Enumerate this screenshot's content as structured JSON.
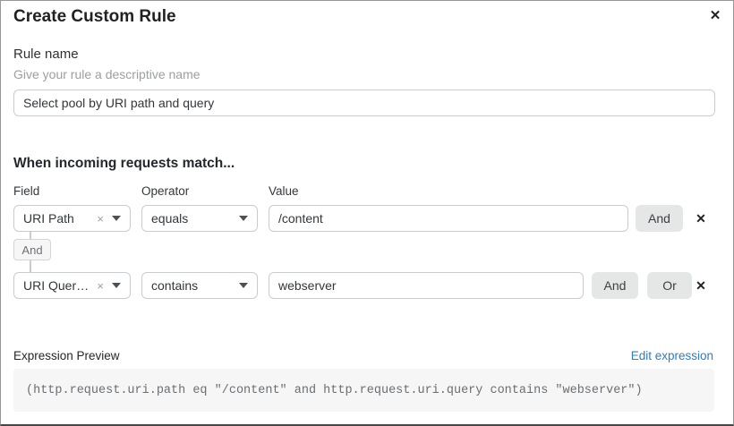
{
  "dialog": {
    "title": "Create Custom Rule"
  },
  "icons": {
    "close": "✕",
    "remove": "✕",
    "clear": "×"
  },
  "rule_name": {
    "label": "Rule name",
    "hint": "Give your rule a descriptive name",
    "value": "Select pool by URI path and query"
  },
  "matcher": {
    "heading": "When incoming requests match...",
    "columns": {
      "field": "Field",
      "operator": "Operator",
      "value": "Value"
    },
    "rows": [
      {
        "field": "URI Path",
        "operator": "equals",
        "value": "/content",
        "and_label": "And"
      },
      {
        "field": "URI Query St...",
        "operator": "contains",
        "value": "webserver",
        "and_label": "And",
        "or_label": "Or"
      }
    ],
    "join_label": "And"
  },
  "expression": {
    "label": "Expression Preview",
    "edit_link": "Edit expression",
    "code": "(http.request.uri.path eq \"/content\" and http.request.uri.query contains \"webserver\")"
  },
  "colors": {
    "link_blue": "#2d7ebb",
    "button_gray": "#e5e6e6",
    "code_background": "#f6f6f7"
  }
}
